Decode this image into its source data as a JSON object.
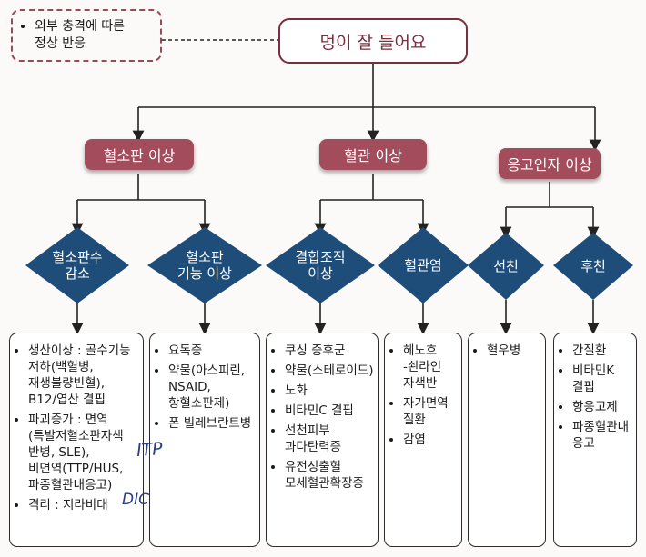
{
  "root": {
    "label": "멍이 잘 들어요"
  },
  "side_note": {
    "items": [
      "외부 충격에 따른\n정상 반응"
    ]
  },
  "categories": [
    {
      "label": "혈소판 이상"
    },
    {
      "label": "혈관 이상"
    },
    {
      "label": "응고인자 이상"
    }
  ],
  "subcategories": [
    {
      "label": "혈소판수\n감소"
    },
    {
      "label": "혈소판\n기능 이상"
    },
    {
      "label": "결합조직\n이상"
    },
    {
      "label": "혈관염"
    },
    {
      "label": "선천"
    },
    {
      "label": "후천"
    }
  ],
  "boxes": [
    {
      "items": [
        "생산이상 : 골수기능\n저하(백혈병,\n재생불량빈혈),\nB12/엽산 결핍",
        "파괴증가 : 면역\n(특발저혈소판자색\n반병, SLE),\n비면역(TTP/HUS,\n파종혈관내응고)",
        "격리 : 지라비대"
      ]
    },
    {
      "items": [
        "요독증",
        "약물(아스피린,\nNSAID,\n항혈소판제)",
        "폰 빌레브란트병"
      ]
    },
    {
      "items": [
        "쿠싱 증후군",
        "약물(스테로이드)",
        "노화",
        "비타민C 결핍",
        "선천피부\n과다탄력증",
        "유전성출혈\n모세혈관확장증"
      ]
    },
    {
      "items": [
        "헤노흐\n-쇤라인\n자색반",
        "자가면역\n질환",
        "감염"
      ]
    },
    {
      "items": [
        "혈우병"
      ]
    },
    {
      "items": [
        "간질환",
        "비타민K\n결핍",
        "항응고제",
        "파종혈관내\n응고"
      ]
    }
  ],
  "handwriting": [
    "ITP",
    "DIC"
  ],
  "colors": {
    "accent": "#a34d5c",
    "diamond": "#1f4d7a",
    "border": "#7a2d3d"
  }
}
